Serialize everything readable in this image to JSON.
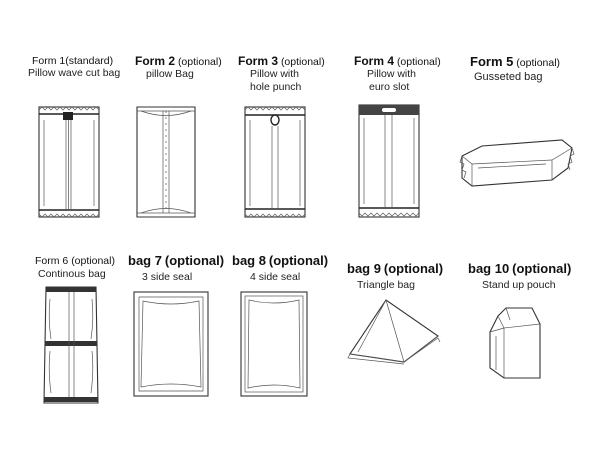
{
  "forms": [
    {
      "title_num": "Form 1",
      "title_suffix": "(standard)",
      "sub": "Pillow wave cut bag"
    },
    {
      "title_num": "Form 2",
      "title_suffix": "(optional)",
      "sub": "pillow Bag"
    },
    {
      "title_num": "Form 3",
      "title_suffix": "(optional)",
      "sub": "Pillow with",
      "sub2": "hole punch"
    },
    {
      "title_num": "Form 4",
      "title_suffix": "(optional)",
      "sub": "Pillow with",
      "sub2": "euro slot"
    },
    {
      "title_num": "Form 5",
      "title_suffix": "(optional)",
      "sub": "Gusseted bag"
    },
    {
      "title_num": "Form 6",
      "title_suffix": "(optional)",
      "sub": "Continous bag"
    },
    {
      "title_num": "bag 7",
      "title_suffix": "(optional)",
      "sub": "3 side seal"
    },
    {
      "title_num": "bag 8",
      "title_suffix": "(optional)",
      "sub": "4 side seal"
    },
    {
      "title_num": "bag 9",
      "title_suffix": "(optional)",
      "sub": "Triangle bag"
    },
    {
      "title_num": "bag 10",
      "title_suffix": "(optional)",
      "sub": "Stand up pouch"
    }
  ],
  "colors": {
    "outline": "#333333",
    "background": "#ffffff"
  }
}
